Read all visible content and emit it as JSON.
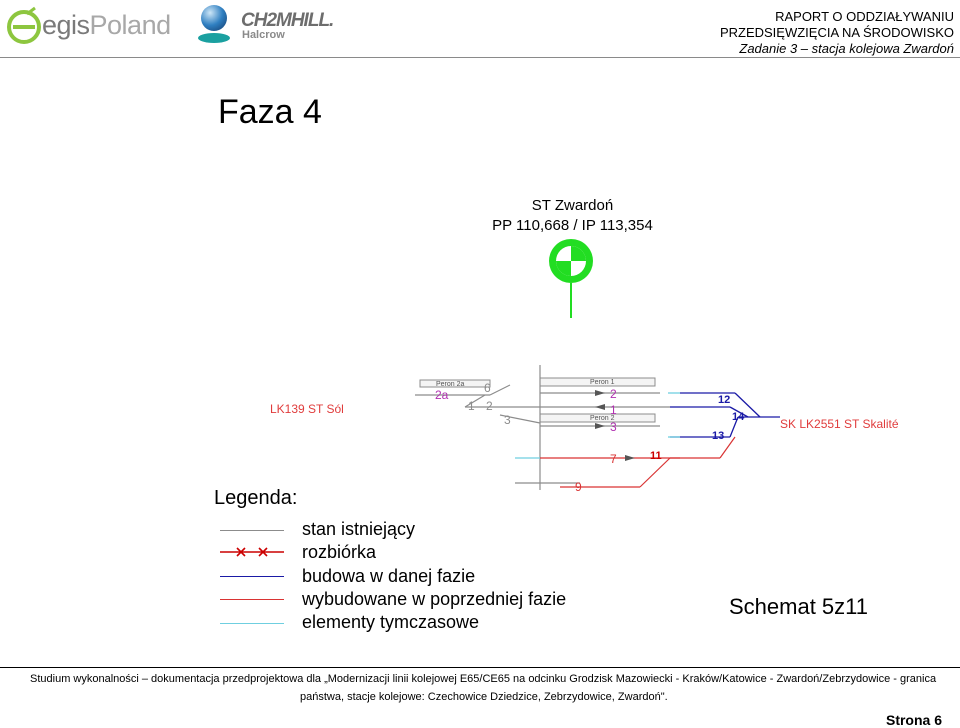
{
  "header": {
    "logo_egis": "egis",
    "logo_poland": "Poland",
    "logo_ch2m": "CH2MHILL.",
    "logo_halcrow": "Halcrow",
    "report_title_line1": "RAPORT O ODDZIAŁYWANIU",
    "report_title_line2": "PRZEDSIĘWZIĘCIA NA ŚRODOWISKO",
    "report_subtitle": "Zadanie 3 – stacja kolejowa Zwardoń"
  },
  "page": {
    "title": "Faza 4",
    "station_name": "ST Zwardoń",
    "station_km": "PP 110,668 / IP 113,354",
    "schema_label": "Schemat 5z11"
  },
  "diagram": {
    "left_line_label": "LK139  ST  Sól",
    "right_line_label": "SK  LK2551  ST  Skalité",
    "platform_labels": [
      "Peron 2a",
      "Peron 1",
      "Peron 2"
    ],
    "track_numbers": [
      "2a",
      "6",
      "1",
      "2",
      "3",
      "2",
      "1",
      "3",
      "7",
      "9",
      "11",
      "12",
      "14",
      "13"
    ],
    "colors": {
      "existing": "#8c8c8c",
      "demolition": "#cc0000",
      "new_construction": "#1a1aa6",
      "previous_phase": "#d93333",
      "temporary": "#6fcfe0",
      "track_label_purple": "#b030b0",
      "line_label_red": "#e03c3c"
    }
  },
  "legend": {
    "title": "Legenda:",
    "items": [
      {
        "label": "stan istniejący",
        "color": "#8c8c8c"
      },
      {
        "label": "rozbiórka",
        "color": "#cc0000"
      },
      {
        "label": "budowa w danej fazie",
        "color": "#1a1aa6"
      },
      {
        "label": "wybudowane w poprzedniej fazie",
        "color": "#d93333"
      },
      {
        "label": "elementy tymczasowe",
        "color": "#6fcfe0"
      }
    ]
  },
  "footer": {
    "line1": "Studium wykonalności – dokumentacja przedprojektowa dla „Modernizacji linii kolejowej E65/CE65 na odcinku Grodzisk Mazowiecki - Kraków/Katowice - Zwardoń/Zebrzydowice - granica",
    "line2": "państwa, stacje kolejowe: Czechowice Dziedzice, Zebrzydowice, Zwardoń\".",
    "page_number": "Strona 6"
  }
}
